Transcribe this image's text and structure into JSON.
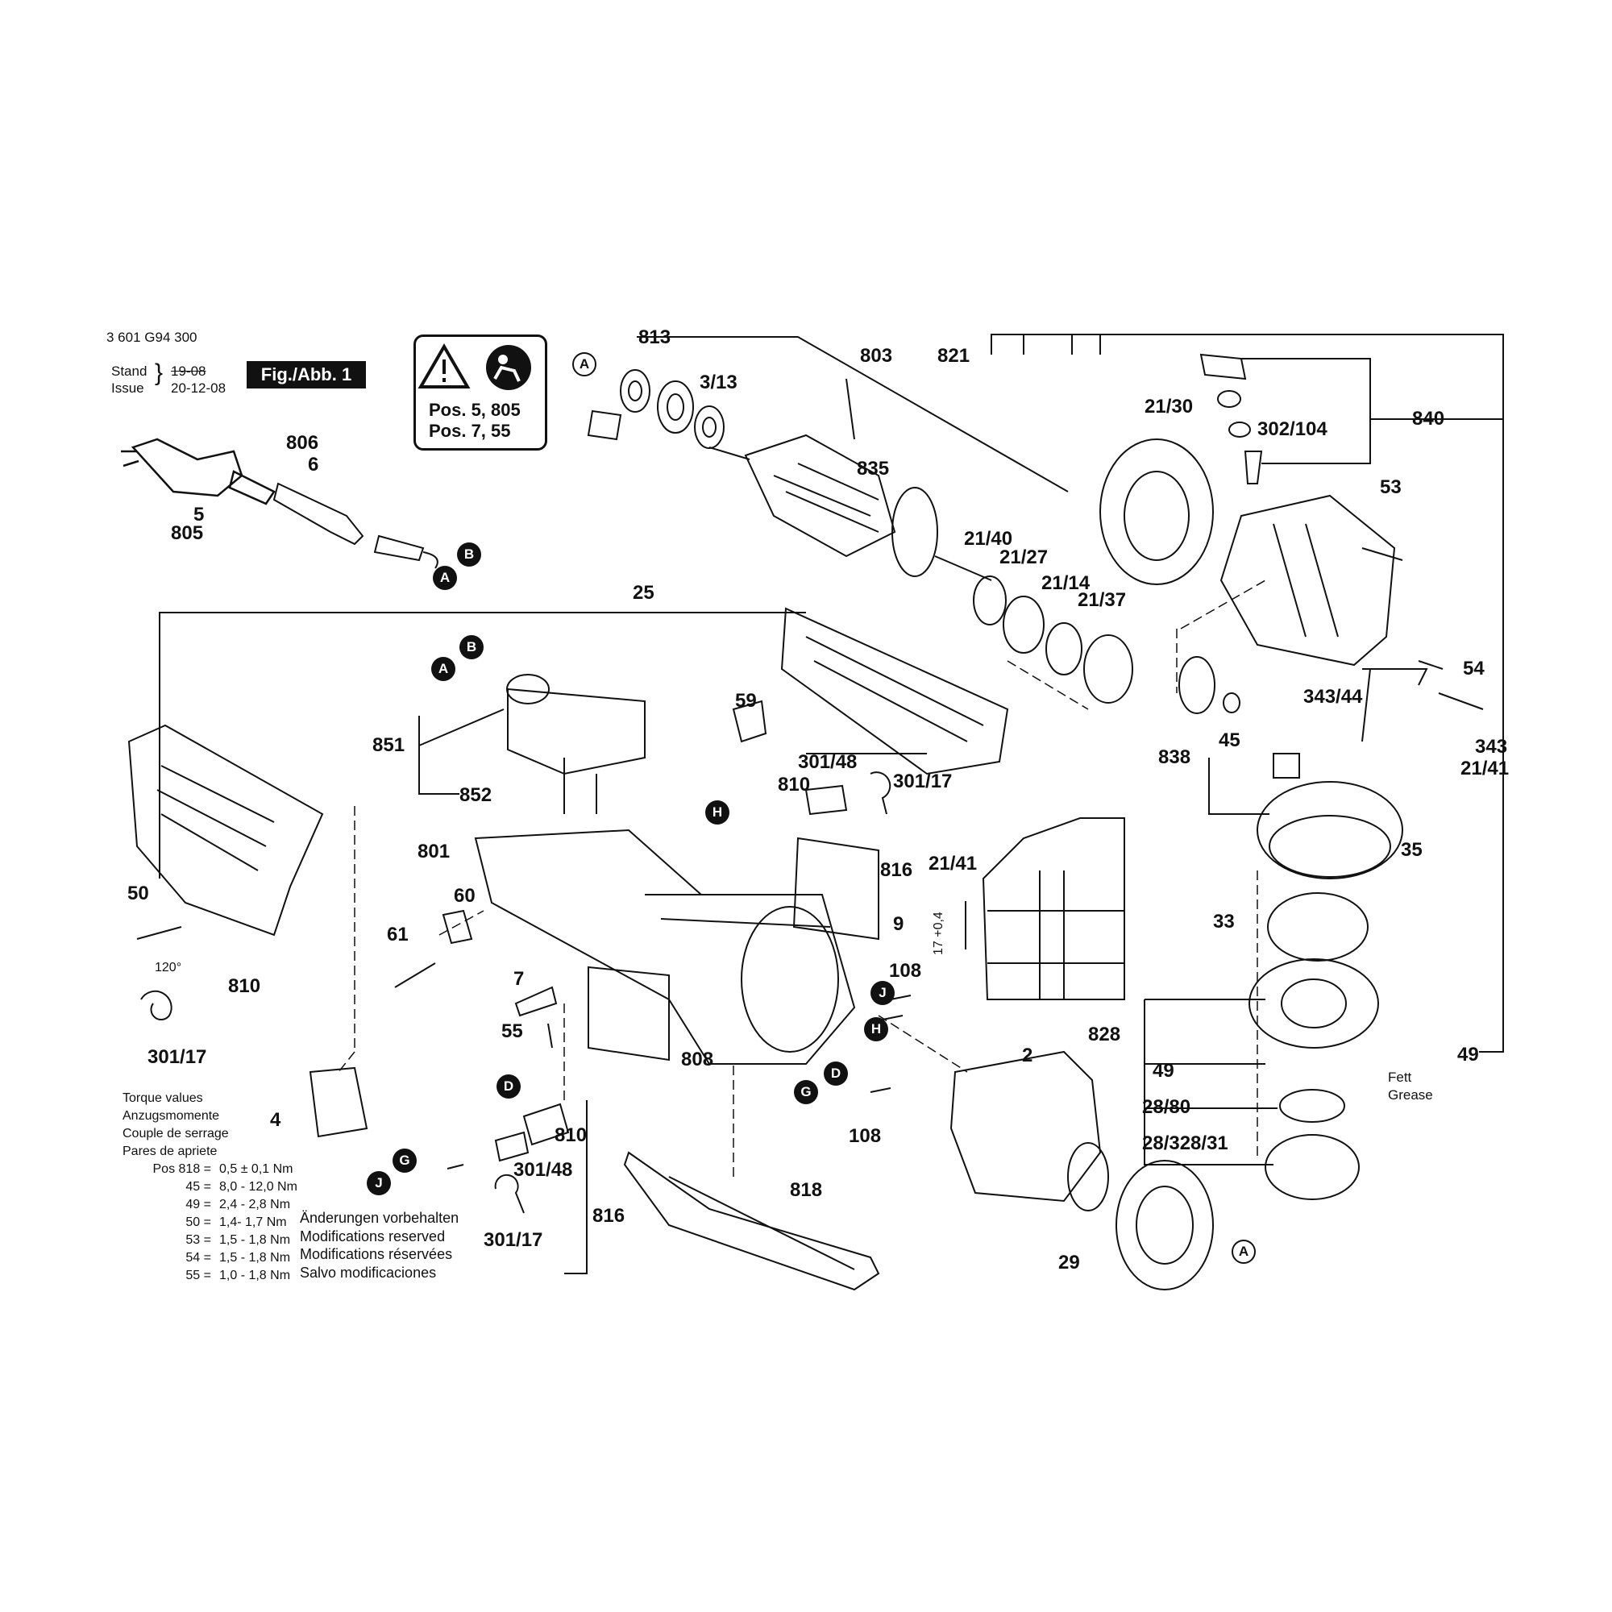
{
  "header": {
    "doc_number": "3 601 G94 300",
    "stand_label": "Stand",
    "issue_label": "Issue",
    "stand_date": "19-08",
    "issue_date": "20-12-08",
    "fig_label": "Fig./Abb. 1"
  },
  "warning_box": {
    "line1": "Pos. 5, 805",
    "line2": "Pos. 7, 55"
  },
  "part_labels": {
    "p813": "813",
    "p803": "803",
    "p821": "821",
    "p3_13": "3/13",
    "p835": "835",
    "p21_30": "21/30",
    "p840": "840",
    "p302_104": "302/104",
    "p53": "53",
    "p806": "806",
    "p6": "6",
    "p5": "5",
    "p805": "805",
    "p21_40": "21/40",
    "p21_27": "21/27",
    "p21_14": "21/14",
    "p21_37": "21/37",
    "p25": "25",
    "p851": "851",
    "p852": "852",
    "p59": "59",
    "p301_48a": "301/48",
    "p810a": "810",
    "p301_17a": "301/17",
    "p816a": "816",
    "p801": "801",
    "p9": "9",
    "p50": "50",
    "p60": "60",
    "p61": "61",
    "p810b": "810",
    "p301_17b": "301/17",
    "p120": "120°",
    "p7": "7",
    "p55": "55",
    "p808": "808",
    "p108a": "108",
    "p2": "2",
    "p108b": "108",
    "p4": "4",
    "p810c": "810",
    "p301_48b": "301/48",
    "p816b": "816",
    "p301_17c": "301/17",
    "p818": "818",
    "p29": "29",
    "p838": "838",
    "p45": "45",
    "p343_44": "343/44",
    "p343": "343",
    "p54": "54",
    "p21_41a": "21/41",
    "p35": "35",
    "p21_41b": "21/41",
    "p17": "17 +0,4",
    "p33": "33",
    "p828": "828",
    "p49a": "49",
    "p49b": "49",
    "p28_80": "28/80",
    "p28_328_31": "28/328/31",
    "fett": "Fett",
    "grease": "Grease"
  },
  "connectors": {
    "a1": "A",
    "b1": "B",
    "a2": "A",
    "b2": "B",
    "a3": "A",
    "h1": "H",
    "j1": "J",
    "h2": "H",
    "d1": "D",
    "g1": "G",
    "d2": "D",
    "g2": "G",
    "j2": "J",
    "a4": "A"
  },
  "torque": {
    "title1": "Torque values",
    "title2": "Anzugsmomente",
    "title3": "Couple de serrage",
    "title4": "Pares de apriete",
    "rows": [
      {
        "pos": "Pos 818 =",
        "val": "0,5 ± 0,1 Nm"
      },
      {
        "pos": "45 =",
        "val": "8,0 - 12,0 Nm"
      },
      {
        "pos": "49 =",
        "val": "2,4 - 2,8 Nm"
      },
      {
        "pos": "50 =",
        "val": "1,4- 1,7 Nm"
      },
      {
        "pos": "53 =",
        "val": "1,5 - 1,8 Nm"
      },
      {
        "pos": "54 =",
        "val": "1,5 - 1,8 Nm"
      },
      {
        "pos": "55 =",
        "val": "1,0 - 1,8 Nm"
      }
    ]
  },
  "modifications": {
    "de": "Änderungen vorbehalten",
    "en": "Modifications reserved",
    "fr": "Modifications réservées",
    "es": "Salvo modificaciones"
  }
}
